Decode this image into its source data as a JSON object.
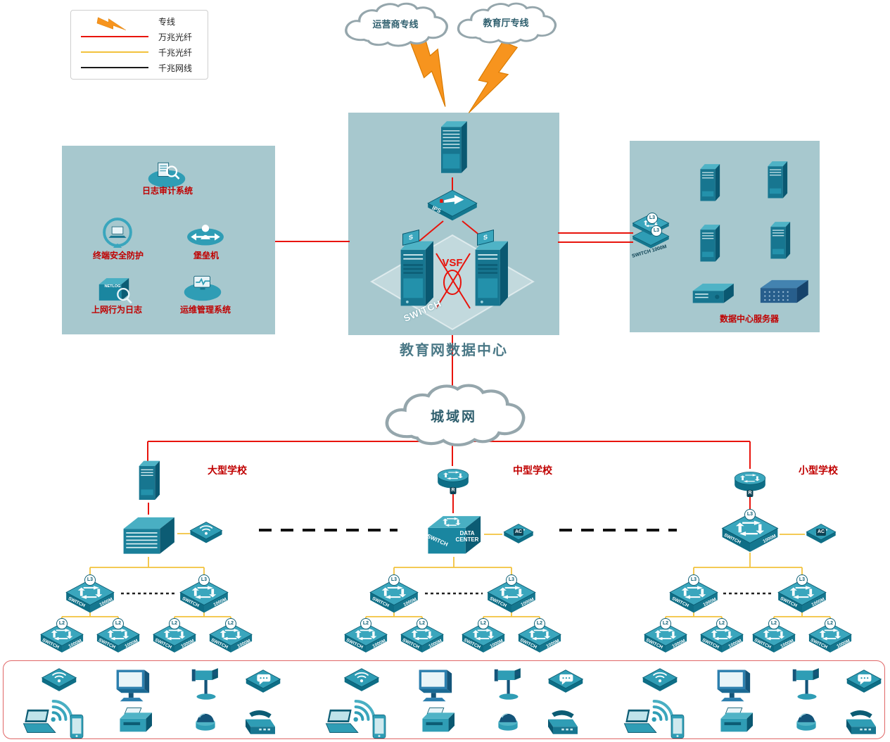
{
  "legend": {
    "items": [
      {
        "label": "专线"
      },
      {
        "label": "万兆光纤"
      },
      {
        "label": "千兆光纤"
      },
      {
        "label": "千兆网线"
      }
    ]
  },
  "clouds": {
    "carrier": "运营商专线",
    "edu": "教育厅专线",
    "man": "城域网"
  },
  "datacenter": {
    "title": "教育网数据中心",
    "vsf": "VSF",
    "ips": "IPS",
    "switch_text": "SWITCH",
    "server_flag": "S"
  },
  "security_zone": {
    "items": [
      {
        "label": "日志审计系统"
      },
      {
        "label": "终端安全防护"
      },
      {
        "label": "堡垒机"
      },
      {
        "label": "上网行为日志",
        "device_text": "NETLOG"
      },
      {
        "label": "运维管理系统"
      }
    ]
  },
  "server_zone": {
    "label": "数据中心服务器",
    "switch_label": "SWITCH 1000M",
    "l3": "L3"
  },
  "schools": [
    {
      "name": "大型学校"
    },
    {
      "name": "中型学校",
      "core_line1": "SWITCH",
      "core_line2": "DATA CENTER"
    },
    {
      "name": "小型学校"
    }
  ],
  "labels": {
    "l3": "L3",
    "l2": "L2",
    "switch": "SWITCH",
    "m1000": "1000M",
    "ac": "AC",
    "r": "R"
  },
  "colors": {
    "line_10g_fiber": "#e8140c",
    "line_1g_fiber": "#f2c23d",
    "line_1g_cable": "#1a1a1a",
    "zone_bg": "#a7c8ce",
    "device_teal": "#2f9db5",
    "label_red": "#c00000"
  }
}
